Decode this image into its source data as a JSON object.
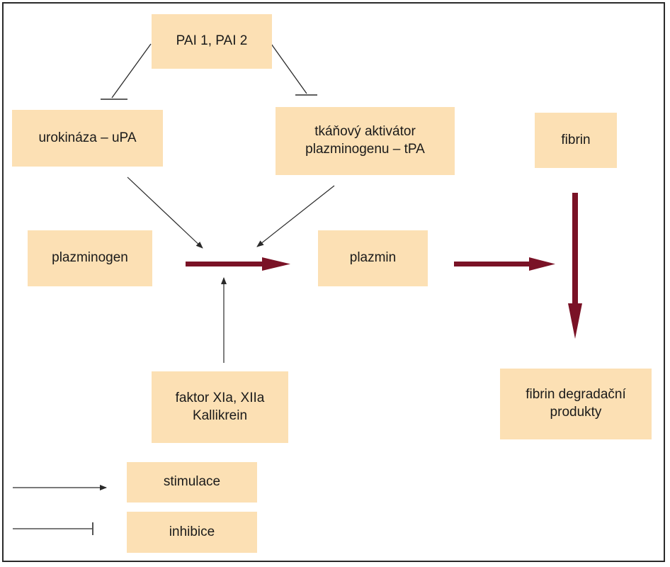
{
  "diagram": {
    "nodes": {
      "pai": "PAI 1, PAI 2",
      "upa": "urokináza – uPA",
      "tpa": "tkáňový aktivátor\nplazminogenu – tPA",
      "fibrin": "fibrin",
      "plazminogen": "plazminogen",
      "plazmin": "plazmin",
      "faktor": "faktor XIa, XIIa\nKallikrein",
      "fdp": "fibrin degradační\nprodukty"
    },
    "legend": {
      "stimulation": "stimulace",
      "inhibition": "inhibice"
    }
  },
  "colors": {
    "box_fill": "#fce0b4",
    "main_arrow": "#7a1226",
    "thin_line": "#2a2a2a"
  }
}
